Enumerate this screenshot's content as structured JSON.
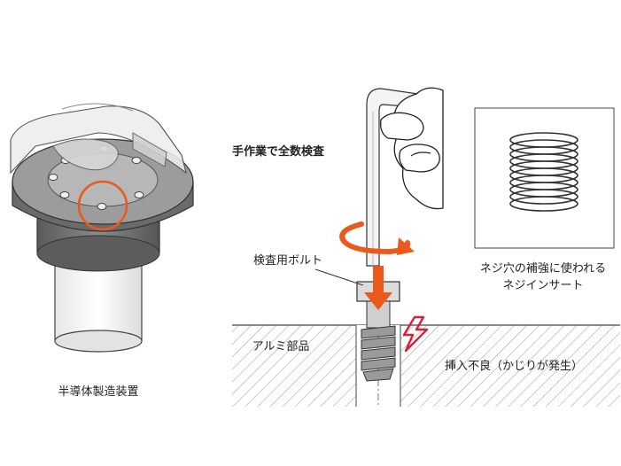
{
  "labels": {
    "equipment": "半導体製造装置",
    "manual_inspection": "手作業で全数検査",
    "inspection_bolt": "検査用ボルト",
    "aluminum_part": "アルミ部品",
    "insert_caption_line1": "ネジ穴の補強に使われる",
    "insert_caption_line2": "ネジインサート",
    "insertion_failure": "挿入不良（かじりが発生）"
  },
  "colors": {
    "accent": "#ea5b1b",
    "danger": "#d4213d",
    "metal_dark": "#6c6c6c",
    "metal_light": "#d9d9d9"
  },
  "icons": [
    "rotation-arrow-icon",
    "down-arrow-icon",
    "lightning-icon",
    "highlight-circle-icon",
    "coil-insert-icon"
  ]
}
